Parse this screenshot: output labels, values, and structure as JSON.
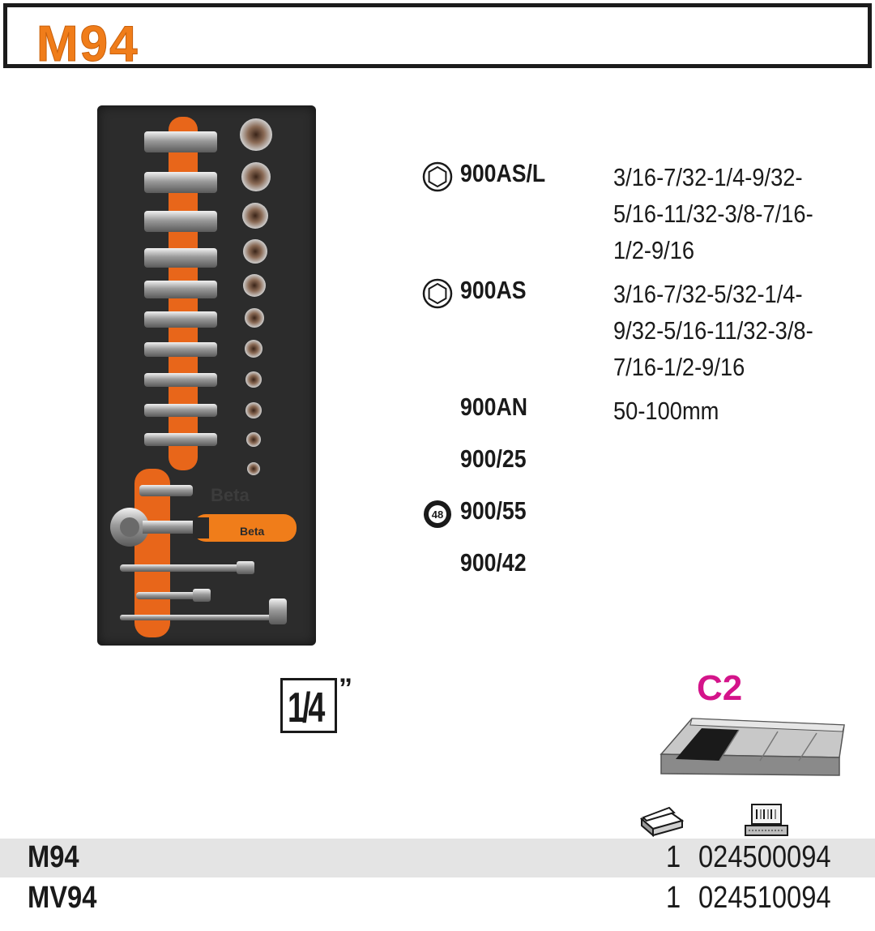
{
  "header": {
    "title": "M94"
  },
  "tray_photo": {
    "brand_logo_text": "Beta",
    "handle_logo_text": "Beta"
  },
  "specs": [
    {
      "code": "900AS/L",
      "icon": "hex-socket-icon",
      "sizes": [
        "3/16-7/32-1/4-9/32-",
        "5/16-11/32-3/8-7/16-",
        "1/2-9/16"
      ]
    },
    {
      "code": "900AS",
      "icon": "hex-socket-icon",
      "sizes": [
        "3/16-7/32-5/32-1/4-",
        "9/32-5/16-11/32-3/8-",
        "7/16-1/2-9/16"
      ]
    },
    {
      "code": "900AN",
      "icon": "",
      "sizes": [
        "50-100mm"
      ]
    },
    {
      "code": "900/25",
      "icon": "",
      "sizes": []
    },
    {
      "code": "900/55",
      "icon": "ratchet-48-teeth-icon",
      "icon_text": "48",
      "sizes": []
    },
    {
      "code": "900/42",
      "icon": "",
      "sizes": []
    }
  ],
  "drive": {
    "size": "1/4",
    "unit": "”"
  },
  "tray_type": {
    "code": "C2",
    "color": "#d4148a"
  },
  "columns": {
    "qty_icon": "box-quantity-icon",
    "code_icon": "barcode-terminal-icon"
  },
  "orders": [
    {
      "name": "M94",
      "qty": "1",
      "code": "024500094"
    },
    {
      "name": "MV94",
      "qty": "1",
      "code": "024510094"
    }
  ],
  "colors": {
    "accent": "#f07d1a",
    "border": "#1b1b1b",
    "row_shade": "#e4e4e4",
    "foam": "#2c2c2c"
  }
}
